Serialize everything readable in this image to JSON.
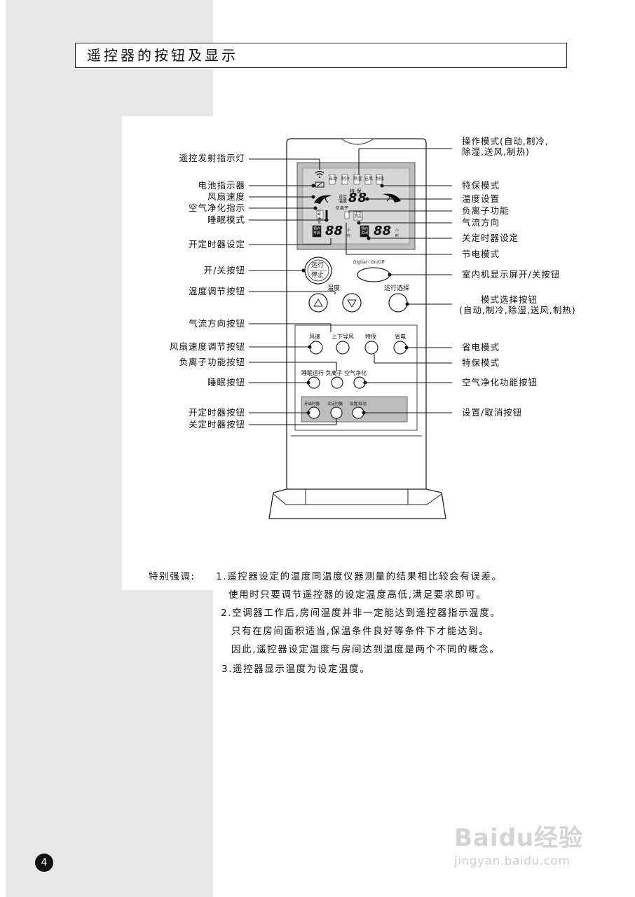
{
  "page_title": "遥控器的按钮及显示",
  "left_labels": {
    "signal_light": "遥控发射指示灯",
    "battery": "电池指示器",
    "fan_speed": "风扇速度",
    "air_purify_indicator": "空气净化指示",
    "sleep_mode": "睡眠模式",
    "on_timer_setting": "开定时器设定",
    "power_button": "开/关按钮",
    "temp_adjust_button": "温度调节按钮",
    "airflow_direction_button": "气流方向按钮",
    "fan_speed_adjust_button": "风扇速度调节按钮",
    "anion_button": "负离子功能按钮",
    "sleep_button": "睡眠按钮",
    "on_timer_button": "开定时器按钮",
    "off_timer_button": "关定时器按钮"
  },
  "right_labels": {
    "operation_mode_1": "操作模式(自动,制冷,",
    "operation_mode_2": "除湿,送风,制热)",
    "special_protect_mode": "特保模式",
    "temp_setting": "温度设置",
    "anion_function": "负离子功能",
    "airflow_direction": "气流方向",
    "off_timer_setting": "关定时器设定",
    "power_save_mode": "节电模式",
    "indoor_display_button": "室内机显示屏开/关按钮",
    "mode_select_button_1": "模式选择按钮",
    "mode_select_button_2": "(自动,制冷,除湿,送风,制热)",
    "power_save_mode_2": "省电模式",
    "special_protect_mode_2": "特保模式",
    "air_purify_button": "空气净化功能按钮",
    "set_cancel_button": "设置/取消按钮"
  },
  "remote": {
    "display_modes": [
      "自动",
      "制冷",
      "除湿",
      "送风",
      "制热"
    ],
    "display_special": "特 保",
    "display_set_temp": "设定温度",
    "display_anion": "负离子",
    "display_purify": "空气净化",
    "display_swing": "上下导风",
    "display_on_timer": "预约开启",
    "display_off_timer": "预约关闭",
    "digits_left": "88",
    "digits_temp": "88",
    "digits_right": "88",
    "hour_unit": "小时",
    "power_btn_1": "运行",
    "power_btn_2": "停止",
    "digital_label": "Digital i On/Off",
    "temp_label": "温度",
    "mode_select_label": "运行选择",
    "btn_fan": "风速",
    "btn_swing": "上下导风",
    "btn_special": "特保",
    "btn_save": "省电",
    "btn_sleep_group": "睡眠运行 负离子 空气净化",
    "btn_on_timer": "开启时器",
    "btn_off_timer": "关定时器",
    "btn_set_cancel": "设置/取消"
  },
  "notes": {
    "heading": "特别强调:",
    "line1": "1.遥控器设定的温度同温度仪器测量的结果相比较会有误差。",
    "line2": "使用时只要调节遥控器的设定温度高低,满足要求即可。",
    "line3": "2.空调器工作后,房间温度并非一定能达到遥控器指示温度。",
    "line4": "只有在房间面积适当,保温条件良好等条件下才能达到。",
    "line5": "因此,遥控器设定温度与房间达到温度是两个不同的概念。",
    "line6": "3.遥控器显示温度为设定温度。"
  },
  "page_number": "4",
  "watermark": {
    "logo": "Baidu经验",
    "url": "jingyan.baidu.com"
  }
}
